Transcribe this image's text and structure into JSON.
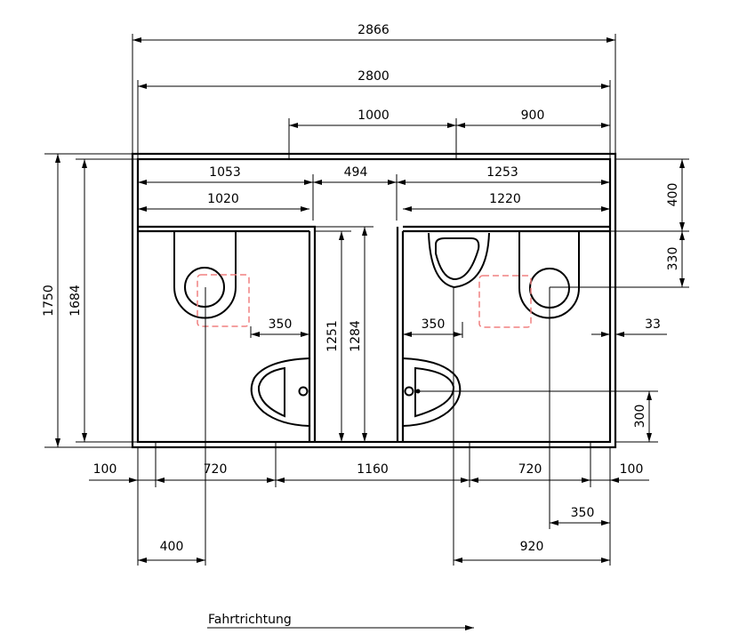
{
  "drawing": {
    "dimensions": {
      "total_outer_width": "2866",
      "total_inner_width": "2800",
      "top_offset_1000": "1000",
      "top_offset_900": "900",
      "left_cabin_outer": "1053",
      "corridor": "494",
      "right_cabin_outer": "1253",
      "left_cabin_inner": "1020",
      "right_cabin_inner": "1220",
      "band_depth": "400",
      "toilet_offset": "330",
      "side_gap": "33",
      "sink_height": "300",
      "total_outer_depth": "1750",
      "total_inner_depth": "1684",
      "cabin_depth_inner": "1251",
      "cabin_depth_outer": "1284",
      "left_sink_clear": "350",
      "right_sink_clear": "350",
      "bottom_100_left": "100",
      "bottom_720_left": "720",
      "bottom_1160": "1160",
      "bottom_720_right": "720",
      "bottom_100_right": "100",
      "toilet_axis_right": "350",
      "toilet_axis_left": "400",
      "urinal_axis": "920"
    },
    "direction_label": "Fahrtrichtung"
  }
}
